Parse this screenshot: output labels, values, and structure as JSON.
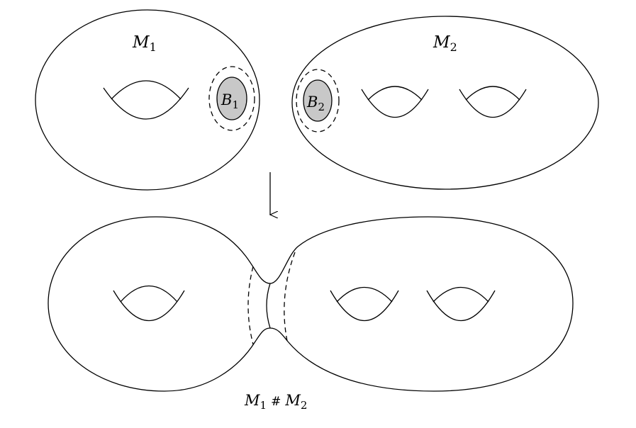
{
  "labels": {
    "m1": {
      "main": "M",
      "sub": "1"
    },
    "m2": {
      "main": "M",
      "sub": "2"
    },
    "b1": {
      "main": "B",
      "sub": "1"
    },
    "b2": {
      "main": "B",
      "sub": "2"
    },
    "sum": {
      "m1_main": "M",
      "m1_sub": "1",
      "op": "#",
      "m2_main": "M",
      "m2_sub": "2"
    }
  },
  "colors": {
    "disk_fill": "#c8c8c8",
    "stroke": "#000000"
  },
  "surfaces": {
    "m1_genus": 1,
    "m2_genus": 2,
    "connected_sum_genus": 3
  }
}
